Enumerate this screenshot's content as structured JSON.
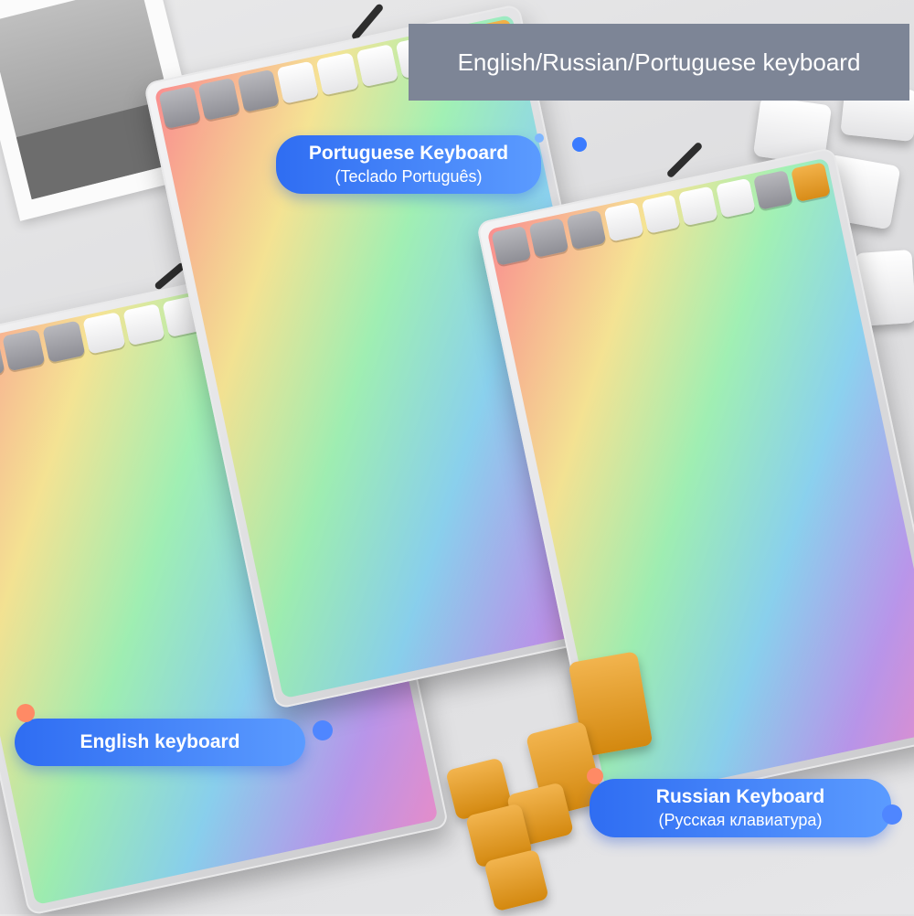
{
  "banner": {
    "text": "English/Russian/Portuguese keyboard"
  },
  "labels": {
    "portuguese": {
      "main": "Portuguese Keyboard",
      "sub": "(Teclado Português)"
    },
    "english": {
      "main": "English keyboard"
    },
    "russian": {
      "main": "Russian Keyboard",
      "sub": "(Русская клавиатура)"
    }
  },
  "colors": {
    "banner_bg": "#7d8596",
    "label_blue": "#2f6df2",
    "accent_orange": "#f0a431",
    "key_gray": "#a0a0a6",
    "key_white": "#f7f7f8"
  },
  "icons": [
    "keyboard-english",
    "keyboard-portuguese",
    "keyboard-russian",
    "keycap",
    "usb-cable"
  ]
}
